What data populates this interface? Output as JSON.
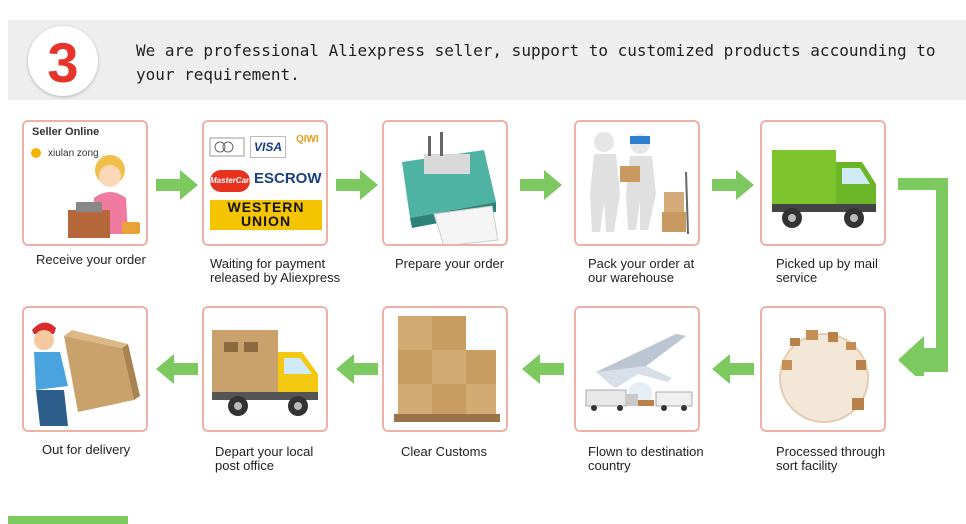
{
  "header": {
    "step_number": "3",
    "text": "We are professional Aliexpress seller, support to customized products accounding to your requirement."
  },
  "steps": [
    {
      "label": "Receive your order",
      "icon": "customer-service-icon"
    },
    {
      "label": "Waiting for payment released by Aliexpress",
      "icon": "payment-methods-icon"
    },
    {
      "label": "Prepare your order",
      "icon": "label-printer-icon"
    },
    {
      "label": "Pack your order at our warehouse",
      "icon": "warehouse-workers-icon"
    },
    {
      "label": "Picked up by mail service",
      "icon": "delivery-truck-icon"
    },
    {
      "label": "Processed through sort facility",
      "icon": "globe-parcels-icon"
    },
    {
      "label": "Flown to destination country",
      "icon": "airplane-cargo-icon"
    },
    {
      "label": "Clear Customs",
      "icon": "stacked-boxes-icon"
    },
    {
      "label": "Depart your local post office",
      "icon": "postal-truck-icon"
    },
    {
      "label": "Out for delivery",
      "icon": "courier-icon"
    }
  ],
  "seller_card": {
    "title": "Seller Online",
    "name": "xiulan zong"
  },
  "payment_card": {
    "visa": "VISA",
    "mastercard": "MasterCard",
    "escrow": "ESCROW",
    "qiwi": "QIWI",
    "western_union_line1": "WESTERN",
    "western_union_line2": "UNION"
  },
  "colors": {
    "arrow_green": "#7cc95f",
    "card_border": "#efb0a6",
    "header_bg": "#eeeeee",
    "badge_red": "#e8332a"
  }
}
